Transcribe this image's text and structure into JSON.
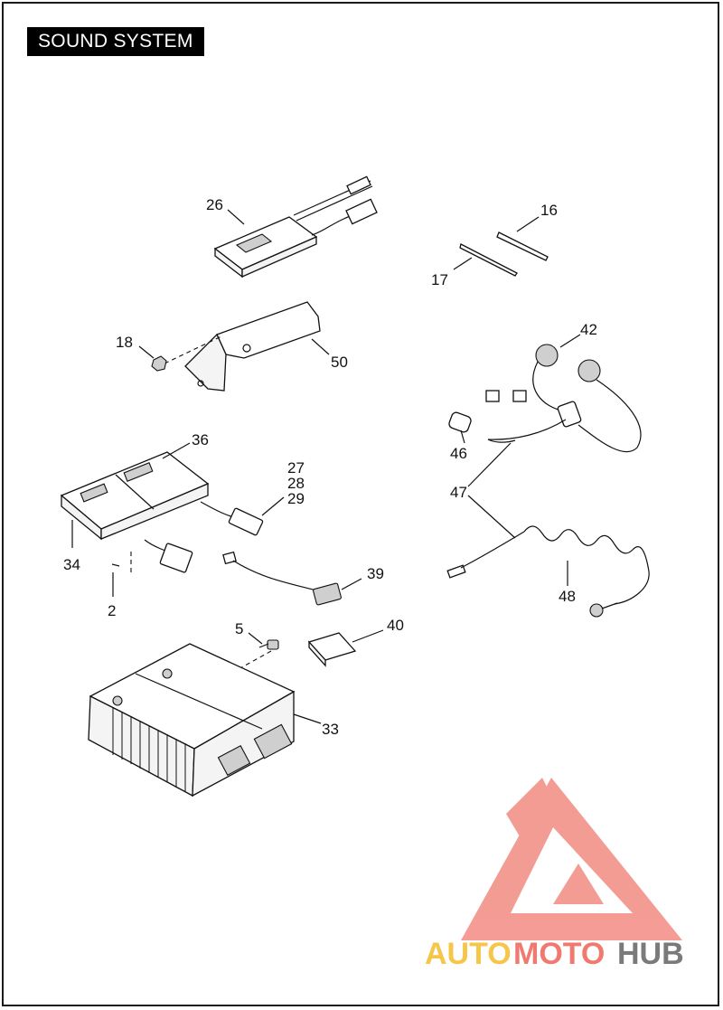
{
  "page": {
    "title": "SOUND SYSTEM"
  },
  "callouts": [
    {
      "id": "c26",
      "label": "26"
    },
    {
      "id": "c16",
      "label": "16"
    },
    {
      "id": "c17",
      "label": "17"
    },
    {
      "id": "c18",
      "label": "18"
    },
    {
      "id": "c50",
      "label": "50"
    },
    {
      "id": "c42",
      "label": "42"
    },
    {
      "id": "c36",
      "label": "36"
    },
    {
      "id": "c27",
      "label": "27"
    },
    {
      "id": "c28",
      "label": "28"
    },
    {
      "id": "c29",
      "label": "29"
    },
    {
      "id": "c46",
      "label": "46"
    },
    {
      "id": "c47",
      "label": "47"
    },
    {
      "id": "c34",
      "label": "34"
    },
    {
      "id": "c39",
      "label": "39"
    },
    {
      "id": "c2",
      "label": "2"
    },
    {
      "id": "c48",
      "label": "48"
    },
    {
      "id": "c5",
      "label": "5"
    },
    {
      "id": "c40",
      "label": "40"
    },
    {
      "id": "c33",
      "label": "33"
    }
  ],
  "watermark": {
    "part1": "AUTO",
    "part2": "MOTO",
    "part3": "HUB",
    "color_auto": "#f5c64a",
    "color_moto": "#f07a70",
    "color_hub": "#7a7a7a",
    "logo_color": "#f28b82"
  }
}
